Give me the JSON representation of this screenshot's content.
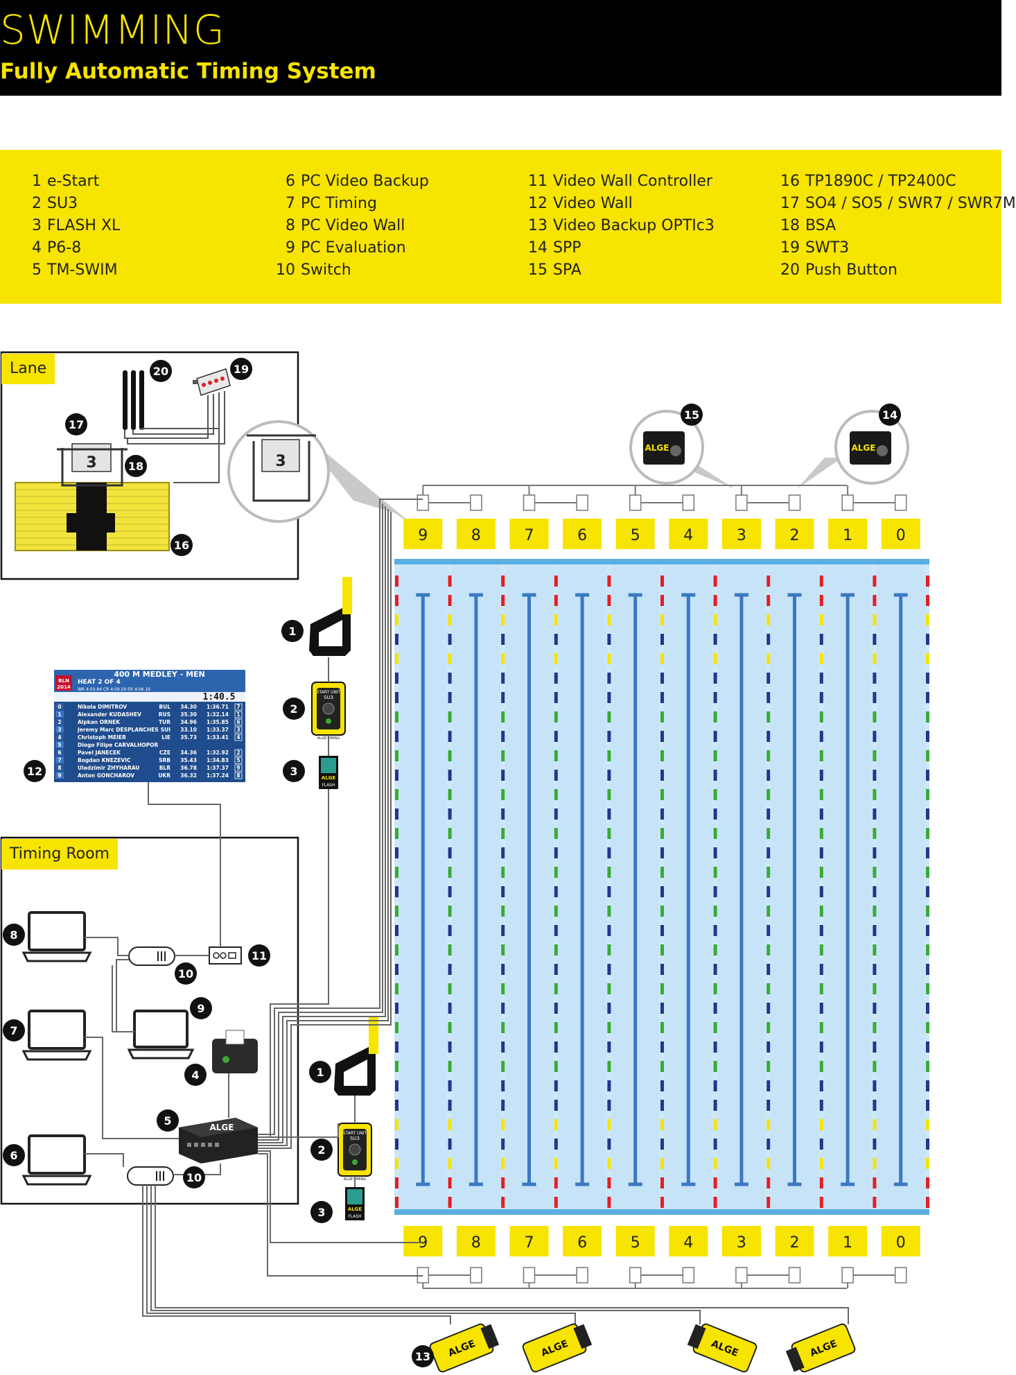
{
  "header": {
    "title": "SWIMMING",
    "subtitle": "Fully Automatic Timing System"
  },
  "legend": [
    [
      {
        "n": "1",
        "label": "e-Start"
      },
      {
        "n": "2",
        "label": "SU3"
      },
      {
        "n": "3",
        "label": "FLASH XL"
      },
      {
        "n": "4",
        "label": "P6-8"
      },
      {
        "n": "5",
        "label": "TM-SWIM"
      }
    ],
    [
      {
        "n": "6",
        "label": "PC Video Backup"
      },
      {
        "n": "7",
        "label": "PC Timing"
      },
      {
        "n": "8",
        "label": "PC Video Wall"
      },
      {
        "n": "9",
        "label": "PC Evaluation"
      },
      {
        "n": "10",
        "label": "Switch"
      }
    ],
    [
      {
        "n": "11",
        "label": "Video Wall Controller"
      },
      {
        "n": "12",
        "label": "Video Wall"
      },
      {
        "n": "13",
        "label": "Video Backup OPTIc3"
      },
      {
        "n": "14",
        "label": "SPP"
      },
      {
        "n": "15",
        "label": "SPA"
      }
    ],
    [
      {
        "n": "16",
        "label": "TP1890C / TP2400C"
      },
      {
        "n": "17",
        "label": "SO4 / SO5 / SWR7 / SWR7M"
      },
      {
        "n": "18",
        "label": "BSA"
      },
      {
        "n": "19",
        "label": "SWT3"
      },
      {
        "n": "20",
        "label": "Push Button"
      }
    ]
  ],
  "boxes": {
    "lane": "Lane",
    "timing_room": "Timing Room"
  },
  "lane_numbers": [
    "9",
    "8",
    "7",
    "6",
    "5",
    "4",
    "3",
    "2",
    "1",
    "0"
  ],
  "badges": {
    "push_button": "20",
    "swt3": "19",
    "so4": "17",
    "bsa": "18",
    "touchpad": "16",
    "spa": "15",
    "spp": "14",
    "estart_top": "1",
    "su3_top": "2",
    "flash_top": "3",
    "estart_bottom": "1",
    "su3_bottom": "2",
    "flash_bottom": "3",
    "video_wall": "12",
    "pc_video_wall": "8",
    "controller": "11",
    "switch_top": "10",
    "pc_timing": "7",
    "pc_evaluation": "9",
    "printer": "4",
    "tm_swim": "5",
    "pc_video_backup": "6",
    "switch_bottom": "10",
    "video_backup": "13"
  },
  "device_text": {
    "su3_title": "START UNIT",
    "su3_model": "SU3",
    "brand": "ALGE",
    "brand_timing": "ALGE-TIMING",
    "flash_label": "FLASH",
    "touchpad_label": "3"
  },
  "scoreboard": {
    "title": "400 M MEDLEY - MEN",
    "logo_top": "BLN",
    "logo_bottom": "2014",
    "heat": "HEAT 2 OF 4",
    "records": "WR 4:03.84     CR 4:09.59     ER 4:06.16",
    "clock": "1:40.5",
    "rows": [
      {
        "lane": "0",
        "name": "Nikola DIMITROV",
        "nat": "BUL",
        "split": "34.30",
        "time": "1:36.71",
        "place": "7"
      },
      {
        "lane": "1",
        "name": "Alexander KUDASHEV",
        "nat": "RUS",
        "split": "35.30",
        "time": "1:32.14",
        "place": "1"
      },
      {
        "lane": "2",
        "name": "Alpkan ORNEK",
        "nat": "TUR",
        "split": "34.96",
        "time": "1:35.85",
        "place": "6"
      },
      {
        "lane": "3",
        "name": "Jeremy Marc DESPLANCHES",
        "nat": "SUI",
        "split": "33.10",
        "time": "1:33.37",
        "place": "3"
      },
      {
        "lane": "4",
        "name": "Christoph MEIER",
        "nat": "LIE",
        "split": "35.73",
        "time": "1:33.41",
        "place": "4"
      },
      {
        "lane": "5",
        "name": "Diogo Filipe CARVALHOPOR",
        "nat": "",
        "split": "",
        "time": "",
        "place": ""
      },
      {
        "lane": "6",
        "name": "Pavel JANECEK",
        "nat": "CZE",
        "split": "34.36",
        "time": "1:32.92",
        "place": "2"
      },
      {
        "lane": "7",
        "name": "Bogdan KNEZEVIC",
        "nat": "SRB",
        "split": "35.43",
        "time": "1:34.83",
        "place": "5"
      },
      {
        "lane": "8",
        "name": "Uladzimir ZHYHARAU",
        "nat": "BLR",
        "split": "36.78",
        "time": "1:37.37",
        "place": "9"
      },
      {
        "lane": "9",
        "name": "Anton GONCHAROV",
        "nat": "UKR",
        "split": "36.32",
        "time": "1:37.24",
        "place": "8"
      }
    ]
  },
  "colors": {
    "yellow": "#f7e400",
    "black": "#000000",
    "pool_water": "#cbe7f8",
    "lane_line": "#3a78c2",
    "red": "#e41e25",
    "blue": "#27348b",
    "gold": "#f7e400",
    "green": "#3aaa35"
  }
}
